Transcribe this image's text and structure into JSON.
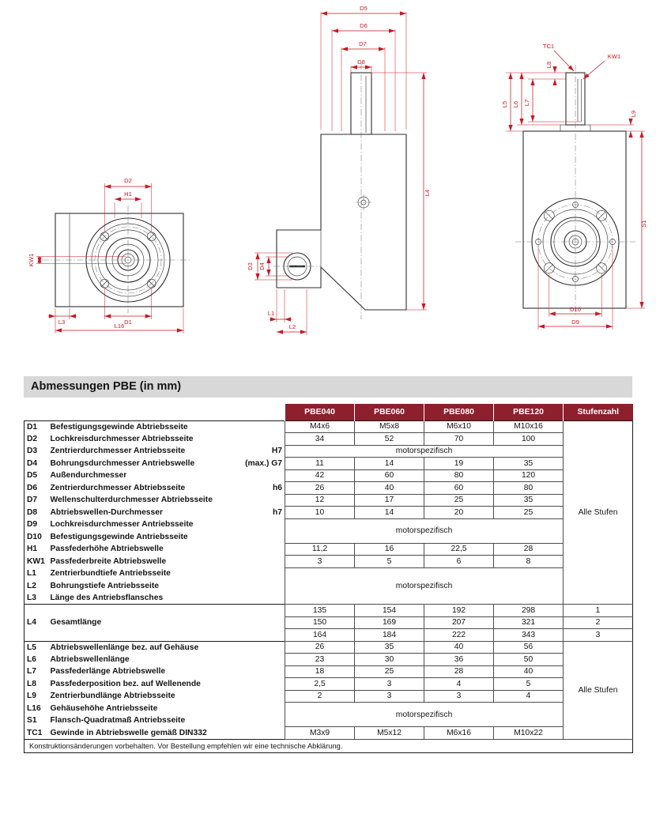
{
  "title_bar": {
    "text": "Abmessungen PBE (in mm)"
  },
  "colors": {
    "header_bg": "#8e1f2d",
    "title_bg": "#d8d8d8",
    "dimension_red": "#cf1520"
  },
  "table": {
    "header": {
      "col1": "PBE040",
      "col2": "PBE060",
      "col3": "PBE080",
      "col4": "PBE120",
      "col5": "Stufenzahl"
    },
    "span_text": "motorspezifisch",
    "all_stages": "Alle Stufen",
    "rows": {
      "d1": {
        "code": "D1",
        "label": "Befestigungsgewinde Abtriebsseite",
        "tol": "",
        "v": [
          "M4x6",
          "M5x8",
          "M6x10",
          "M10x16"
        ]
      },
      "d2": {
        "code": "D2",
        "label": "Lochkreisdurchmesser Abtriebsseite",
        "tol": "",
        "v": [
          "34",
          "52",
          "70",
          "100"
        ]
      },
      "d3": {
        "code": "D3",
        "label": "Zentrierdurchmesser Antriebsseite",
        "tol": "H7"
      },
      "d4": {
        "code": "D4",
        "label": "Bohrungsdurchmesser Antriebswelle",
        "tol": "(max.) G7",
        "v": [
          "11",
          "14",
          "19",
          "35"
        ]
      },
      "d5": {
        "code": "D5",
        "label": "Außendurchmesser",
        "tol": "",
        "v": [
          "42",
          "60",
          "80",
          "120"
        ]
      },
      "d6": {
        "code": "D6",
        "label": "Zentrierdurchmesser Abtriebsseite",
        "tol": "h6",
        "v": [
          "26",
          "40",
          "60",
          "80"
        ]
      },
      "d7": {
        "code": "D7",
        "label": "Wellenschulterdurchmesser Abtriebsseite",
        "tol": "",
        "v": [
          "12",
          "17",
          "25",
          "35"
        ]
      },
      "d8": {
        "code": "D8",
        "label": "Abtriebswellen-Durchmesser",
        "tol": "h7",
        "v": [
          "10",
          "14",
          "20",
          "25"
        ]
      },
      "d9": {
        "code": "D9",
        "label": "Lochkreisdurchmesser Antriebsseite",
        "tol": ""
      },
      "d10": {
        "code": "D10",
        "label": "Befestigungsgewinde Antriebsseite",
        "tol": ""
      },
      "h1": {
        "code": "H1",
        "label": "Passfederhöhe Abtriebswelle",
        "tol": "",
        "v": [
          "11,2",
          "16",
          "22,5",
          "28"
        ]
      },
      "kw1": {
        "code": "KW1",
        "label": "Passfederbreite Abtriebswelle",
        "tol": "",
        "v": [
          "3",
          "5",
          "6",
          "8"
        ]
      },
      "l1": {
        "code": "L1",
        "label": "Zentrierbundtiefe Antriebsseite",
        "tol": ""
      },
      "l2": {
        "code": "L2",
        "label": "Bohrungstiefe Antriebsseite",
        "tol": ""
      },
      "l3": {
        "code": "L3",
        "label": "Länge des Antriebsflansches",
        "tol": ""
      },
      "l4": {
        "code": "L4",
        "label": "Gesamtlänge",
        "tol": "",
        "stages": [
          {
            "v": [
              "135",
              "154",
              "192",
              "298"
            ],
            "s": "1"
          },
          {
            "v": [
              "150",
              "169",
              "207",
              "321"
            ],
            "s": "2"
          },
          {
            "v": [
              "164",
              "184",
              "222",
              "343"
            ],
            "s": "3"
          }
        ]
      },
      "l5": {
        "code": "L5",
        "label": "Abtriebswellenlänge bez. auf Gehäuse",
        "tol": "",
        "v": [
          "26",
          "35",
          "40",
          "56"
        ]
      },
      "l6": {
        "code": "L6",
        "label": "Abtriebswellenlänge",
        "tol": "",
        "v": [
          "23",
          "30",
          "36",
          "50"
        ]
      },
      "l7": {
        "code": "L7",
        "label": "Passfederlänge Abtriebswelle",
        "tol": "",
        "v": [
          "18",
          "25",
          "28",
          "40"
        ]
      },
      "l8": {
        "code": "L8",
        "label": "Passfederposition bez. auf Wellenende",
        "tol": "",
        "v": [
          "2,5",
          "3",
          "4",
          "5"
        ]
      },
      "l9": {
        "code": "L9",
        "label": "Zentrierbundlänge Abtriebsseite",
        "tol": "",
        "v": [
          "2",
          "3",
          "3",
          "4"
        ]
      },
      "l16": {
        "code": "L16",
        "label": "Gehäusehöhe Antriebsseite",
        "tol": ""
      },
      "s1": {
        "code": "S1",
        "label": "Flansch-Quadratmaß Antriebsseite",
        "tol": ""
      },
      "tc1": {
        "code": "TC1",
        "label": "Gewinde in Abtriebswelle gemäß DIN332",
        "tol": "",
        "v": [
          "M3x9",
          "M5x12",
          "M6x16",
          "M10x22"
        ]
      }
    },
    "footnote": "Konstruktionsänderungen vorbehalten. Vor Bestellung empfehlen wir eine technische Abklärung."
  },
  "drawings": {
    "front": {
      "d2": "D2",
      "h1": "H1",
      "kw1": "KW1",
      "l3": "L3",
      "d1": "D1",
      "l16": "L16"
    },
    "side": {
      "d5": "D5",
      "d6": "D6",
      "d7": "D7",
      "d8": "D8",
      "l4": "L4",
      "d3": "D3",
      "d4": "D4",
      "l1": "L1",
      "l2": "L2"
    },
    "input": {
      "tc1": "TC1",
      "kw1": "KW1",
      "l8": "L8",
      "l5": "L5",
      "l6": "L6",
      "l7": "L7",
      "l9": "L9",
      "s1": "S1",
      "d10": "D10",
      "d9": "D9"
    }
  }
}
